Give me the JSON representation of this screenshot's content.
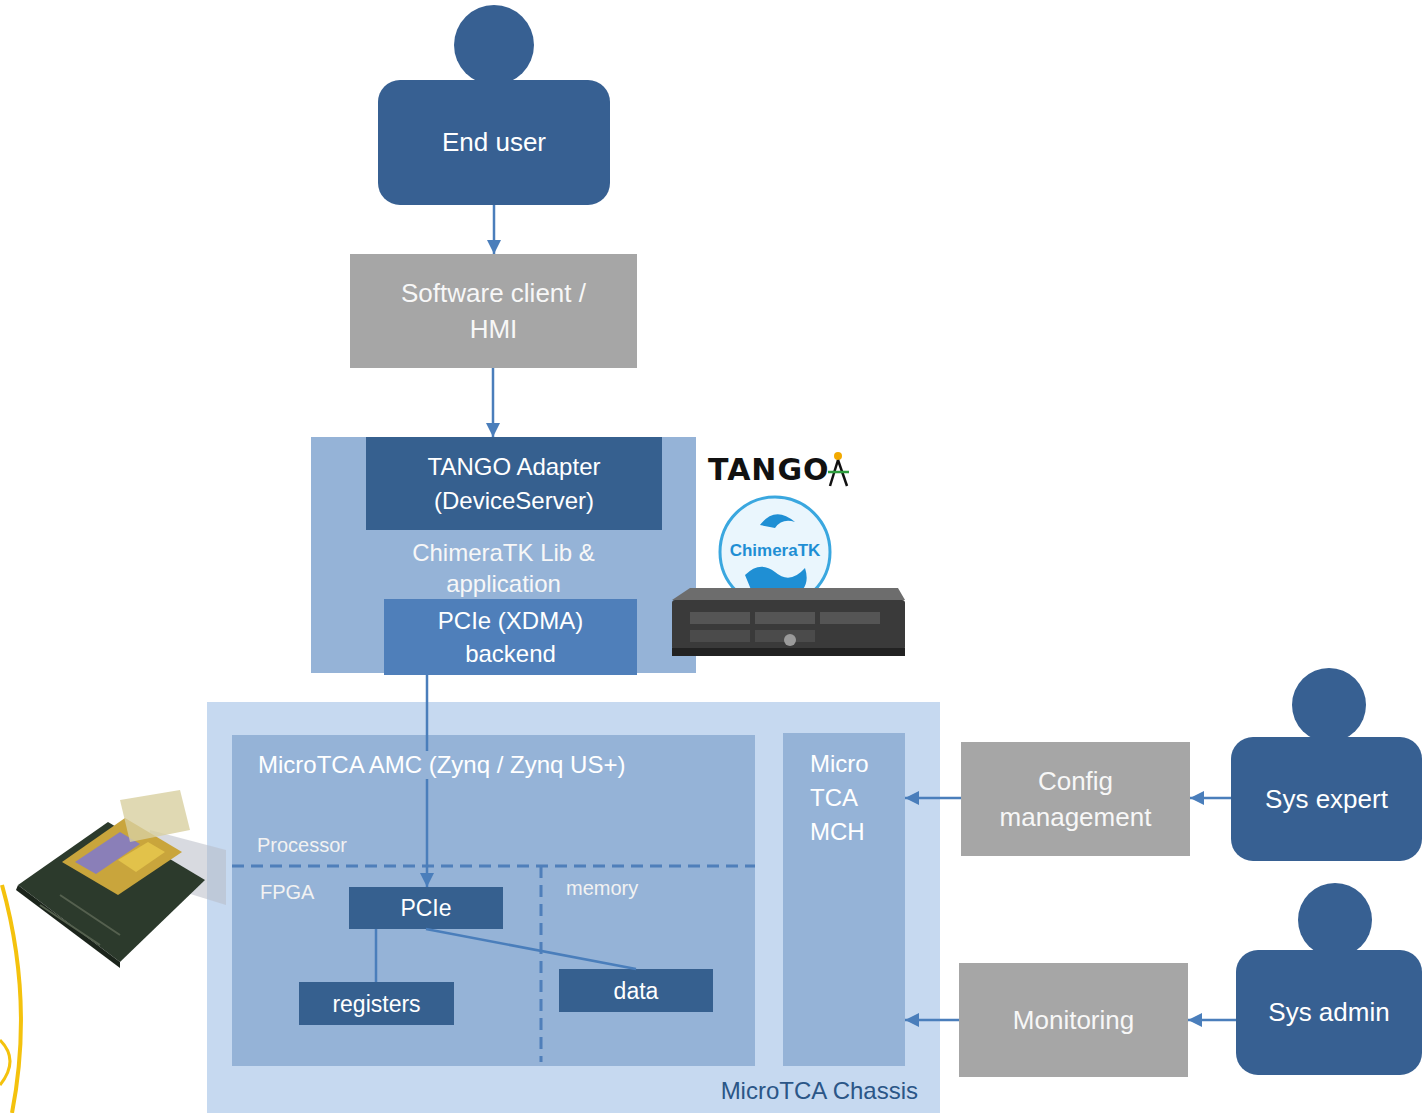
{
  "diagram": {
    "nodes": [
      {
        "text": [
          "End user"
        ]
      },
      {
        "text": [
          "Software client / HMI"
        ]
      },
      {
        "text": [
          "ChimeraTK Lib & application"
        ]
      },
      {
        "text": [
          "TANGO Adapter (DeviceServer)"
        ],
        "in": 2
      },
      {
        "text": [
          "PCIe (XDMA) backend"
        ],
        "in": 2
      },
      {
        "text": [
          "MicroTCA Chassis"
        ]
      },
      {
        "text": [
          "MicroTCA AMC (Zynq / Zynq US+)"
        ],
        "in": 5
      },
      {
        "text": [
          "PCIe"
        ],
        "in": 6
      },
      {
        "text": [
          "registers"
        ],
        "in": 6
      },
      {
        "text": [
          "data"
        ],
        "in": 6
      },
      {
        "text": [
          "Micro TCA MCH"
        ],
        "in": 5
      },
      {
        "text": [
          "Config management"
        ]
      },
      {
        "text": [
          "Sys expert"
        ]
      },
      {
        "text": [
          "Monitoring"
        ]
      },
      {
        "text": [
          "Sys admin"
        ]
      }
    ],
    "edges": [
      {
        "from": 0,
        "to": 1,
        "arrow": "to"
      },
      {
        "from": 1,
        "to": 3,
        "arrow": "to"
      },
      {
        "from": 4,
        "to": 7,
        "arrow": "to"
      },
      {
        "from": 7,
        "to": 8,
        "arrow": "none"
      },
      {
        "from": 7,
        "to": 9,
        "arrow": "none"
      },
      {
        "from": 11,
        "to": 10,
        "arrow": "to"
      },
      {
        "from": 12,
        "to": 11,
        "arrow": "to"
      },
      {
        "from": 13,
        "to": 10,
        "arrow": "to"
      },
      {
        "from": 14,
        "to": 13,
        "arrow": "to"
      }
    ],
    "labels": [
      "TANGO",
      "ChimeraTK",
      "Processor",
      "FPGA",
      "memory"
    ]
  }
}
